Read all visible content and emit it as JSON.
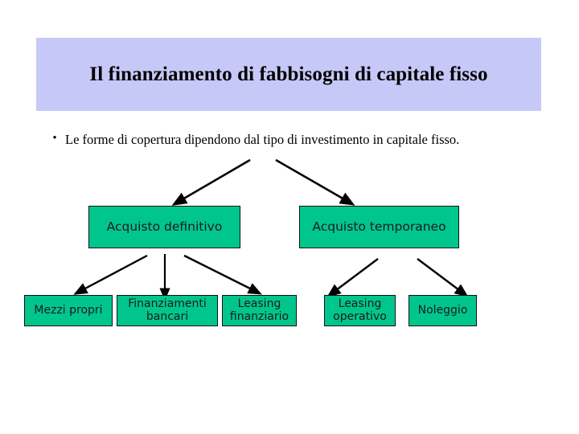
{
  "slide": {
    "title": "Il finanziamento di fabbisogni di capitale fisso",
    "title_band_color": "#c6c9f7",
    "background_color": "#ffffff"
  },
  "bullet": {
    "marker": "•",
    "text": "Le forme di copertura dipendono dal tipo di investimento in capitale fisso."
  },
  "diagram": {
    "box_fill_color": "#00c68d",
    "box_border_color": "#111111",
    "tier2": [
      {
        "id": "acquisto-definitivo",
        "label": "Acquisto definitivo"
      },
      {
        "id": "acquisto-temporaneo",
        "label": "Acquisto temporaneo"
      }
    ],
    "tier3": [
      {
        "id": "mezzi-propri",
        "label": "Mezzi propri"
      },
      {
        "id": "finanziamenti-bancari",
        "label": "Finanziamenti bancari"
      },
      {
        "id": "leasing-finanziario",
        "label": "Leasing finanziario"
      },
      {
        "id": "leasing-operativo",
        "label": "Leasing operativo"
      },
      {
        "id": "noleggio",
        "label": "Noleggio"
      }
    ],
    "connectors": [
      {
        "id": "split-to-acquisto-definitivo",
        "from": "bullet",
        "to": "acquisto-definitivo",
        "direction": "down-left"
      },
      {
        "id": "split-to-acquisto-temporaneo",
        "from": "bullet",
        "to": "acquisto-temporaneo",
        "direction": "down-right"
      },
      {
        "id": "definitivo-to-mezzi-propri",
        "from": "acquisto-definitivo",
        "to": "mezzi-propri",
        "direction": "down-left"
      },
      {
        "id": "definitivo-to-finanziamenti-bancari",
        "from": "acquisto-definitivo",
        "to": "finanziamenti-bancari",
        "direction": "down"
      },
      {
        "id": "definitivo-to-leasing-finanziario",
        "from": "acquisto-definitivo",
        "to": "leasing-finanziario",
        "direction": "down-right"
      },
      {
        "id": "temporaneo-to-leasing-operativo",
        "from": "acquisto-temporaneo",
        "to": "leasing-operativo",
        "direction": "down-left"
      },
      {
        "id": "temporaneo-to-noleggio",
        "from": "acquisto-temporaneo",
        "to": "noleggio",
        "direction": "down-right"
      }
    ]
  }
}
